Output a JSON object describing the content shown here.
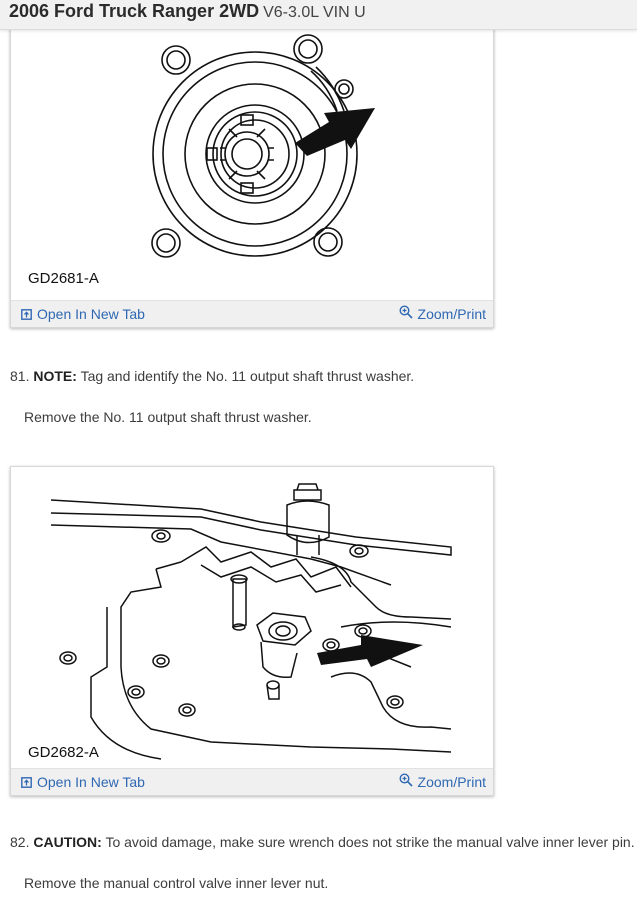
{
  "header": {
    "title": "2006 Ford Truck Ranger 2WD",
    "subtitle": "V6-3.0L VIN U"
  },
  "figures": [
    {
      "label": "GD2681-A",
      "open_label": "Open In New Tab",
      "zoom_label": "Zoom/Print",
      "open_icon": "open-in-new-tab-icon",
      "zoom_icon": "zoom-magnifier-icon"
    },
    {
      "label": "GD2682-A",
      "open_label": "Open In New Tab",
      "zoom_label": "Zoom/Print",
      "open_icon": "open-in-new-tab-icon",
      "zoom_icon": "zoom-magnifier-icon"
    }
  ],
  "steps": [
    {
      "number": "81.",
      "prefix": "NOTE:",
      "text": "Tag and identify the No. 11 output shaft thrust washer.",
      "instruction": "Remove the No. 11 output shaft thrust washer."
    },
    {
      "number": "82.",
      "prefix": "CAUTION:",
      "text": "To avoid damage, make sure wrench does not strike the manual valve inner lever pin.",
      "instruction": "Remove the manual control valve inner lever nut."
    }
  ],
  "colors": {
    "link": "#2f68b3",
    "header_bg": "#f1f1f1",
    "text": "#3c3c3c"
  }
}
